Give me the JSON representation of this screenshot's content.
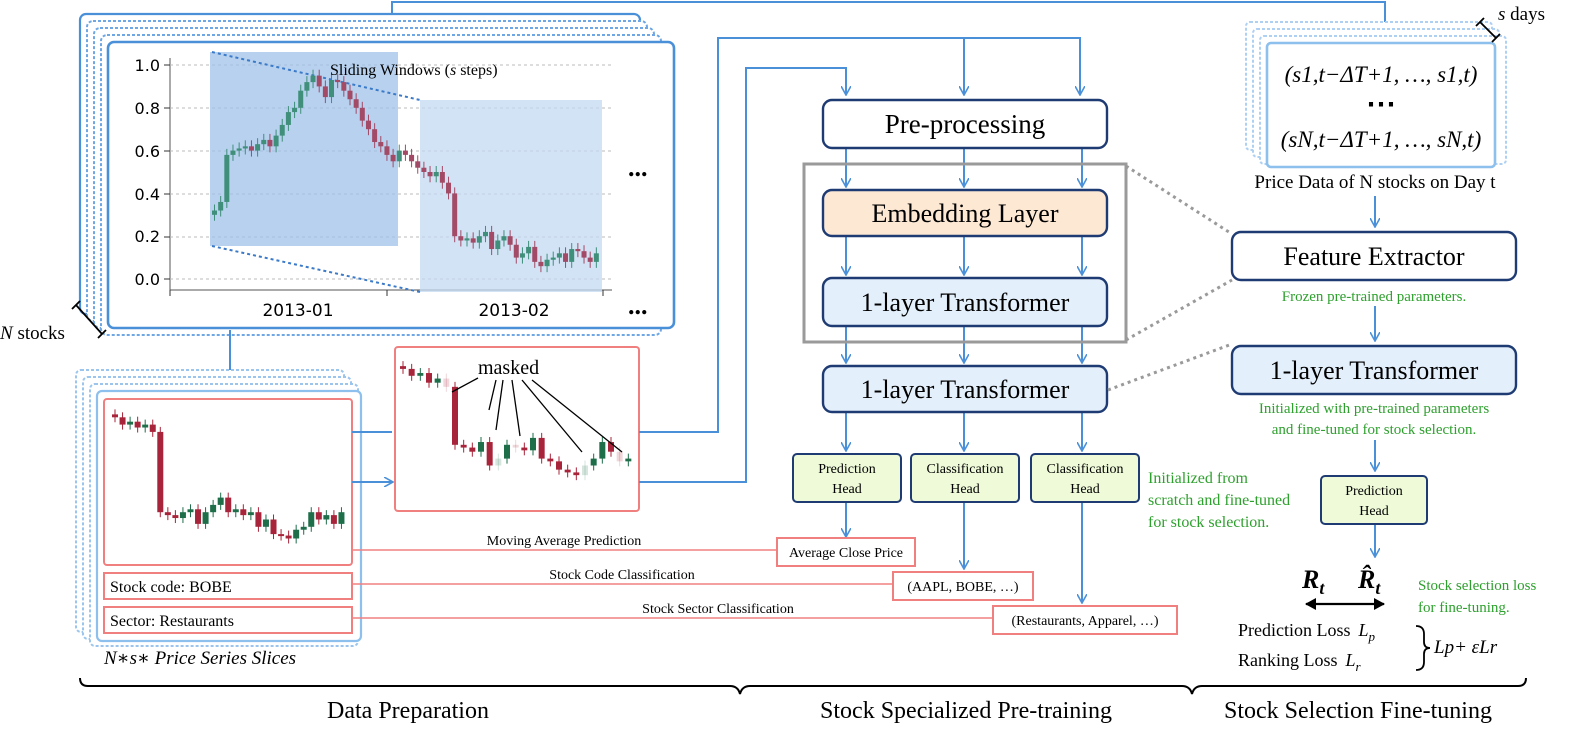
{
  "chart": {
    "y_ticks": [
      "1.0",
      "0.8",
      "0.6",
      "0.4",
      "0.2",
      "0.0"
    ],
    "x_ticks": [
      "2013-01",
      "2013-02"
    ],
    "window_label_prefix": "Sliding Windows (",
    "window_label_var": "s",
    "window_label_suffix": " steps)",
    "ellipsis": "..."
  },
  "labels": {
    "n_stocks_var": "N",
    "n_stocks_text": " stocks",
    "s_days_var": "s",
    "s_days_text": " days",
    "masked": "masked",
    "slices_caption": "N∗s∗ Price Series Slices",
    "stock_code": "Stock code: BOBE",
    "sector": "Sector: Restaurants"
  },
  "pretraining": {
    "preprocessing": "Pre-processing",
    "embedding": "Embedding Layer",
    "transformer_inner": "1-layer Transformer",
    "transformer_outer": "1-layer Transformer",
    "heads": [
      {
        "line1": "Prediction",
        "line2": "Head"
      },
      {
        "line1": "Classification",
        "line2": "Head"
      },
      {
        "line1": "Classification",
        "line2": "Head"
      }
    ],
    "head_note": [
      "Initialized from",
      "scratch and fine-tuned",
      "for stock selection."
    ]
  },
  "tasks": [
    {
      "name": "Moving Average Prediction",
      "target": "Average Close Price"
    },
    {
      "name": "Stock Code Classification",
      "target": "(AAPL, BOBE, …)"
    },
    {
      "name": "Stock Sector Classification",
      "target": "(Restaurants, Apparel, …)"
    }
  ],
  "finetuning": {
    "price_row1": "(s1,t−ΔT+1, …, s1,t)",
    "price_dots": "⋯",
    "price_row2": "(sN,t−ΔT+1, …, sN,t)",
    "price_caption": "Price Data of N stocks on Day t",
    "feature_extractor": "Feature Extractor",
    "frozen_note": "Frozen pre-trained parameters.",
    "transformer": "1-layer Transformer",
    "init_note": [
      "Initialized with pre-trained parameters",
      "and fine-tuned for stock selection."
    ],
    "pred_head": {
      "line1": "Prediction",
      "line2": "Head"
    },
    "r_true": "R",
    "r_hat": "R̂",
    "r_sub": "t",
    "loss_note": [
      "Stock selection loss",
      "for fine-tuning."
    ],
    "pred_loss": "Prediction Loss",
    "rank_loss": "Ranking Loss",
    "lp": "L",
    "lp_sub": "p",
    "lr": "L",
    "lr_sub": "r",
    "combined_loss": "Lp+ εLr"
  },
  "sections": [
    "Data Preparation",
    "Stock Specialized Pre-training",
    "Stock Selection Fine-tuning"
  ],
  "colors": {
    "blue": "#4a90d9",
    "blue_fill": "#dbe9f8",
    "navy": "#1f3b73",
    "red": "#f08080",
    "green_text": "#2ea02e",
    "head_fill": "#eefad8",
    "embed_fill": "#fde8d4",
    "candle_red": "#a8243a",
    "candle_green": "#1e6e4a"
  }
}
